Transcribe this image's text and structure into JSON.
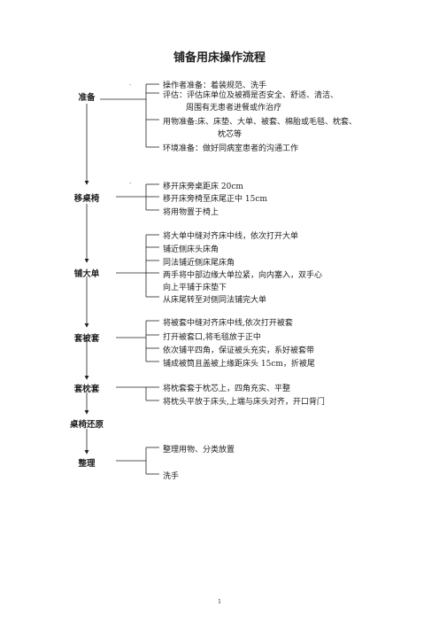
{
  "title": "铺备用床操作流程",
  "steps": [
    {
      "label": "准备",
      "lines": [
        "操作者准备：着装规范、洗手",
        "评估：评估床单位及被褥是否安全、舒适、清洁、",
        "周围有无患者进餐或作治疗",
        "用物准备:床、床垫、大单、被套、棉胎或毛毯、枕套、",
        "枕芯等",
        "环境准备：做好同病室患者的沟通工作"
      ]
    },
    {
      "label": "移桌椅",
      "lines": [
        "移开床旁桌距床 20cm",
        "移开床旁椅至床尾正中 15cm",
        "将用物置于椅上"
      ]
    },
    {
      "label": "铺大单",
      "lines": [
        "将大单中缝对齐床中线，依次打开大单",
        "铺近侧床头床角",
        "同法铺近侧床尾床角",
        "两手将中部边缘大单拉紧，向内塞入，双手心",
        "向上平铺于床垫下",
        "从床尾转至对侧同法铺完大单"
      ]
    },
    {
      "label": "套被套",
      "lines": [
        "将被套中缝对齐床中线,依次打开被套",
        "打开被套口,将毛毯放于正中",
        "依次铺平四角，保证被头充实，系好被套带",
        "铺成被筒且盖被上缘距床头 15cm，折被尾"
      ]
    },
    {
      "label": "套枕套",
      "lines": [
        "将枕套套于枕芯上，四角充实、平整",
        "将枕头平放于床头,上端与床头对齐，开口背门"
      ]
    },
    {
      "label": "桌椅还原",
      "lines": []
    },
    {
      "label": "整理",
      "lines": [
        "整理用物、分类放置",
        "洗手"
      ]
    }
  ],
  "page_number": "1"
}
